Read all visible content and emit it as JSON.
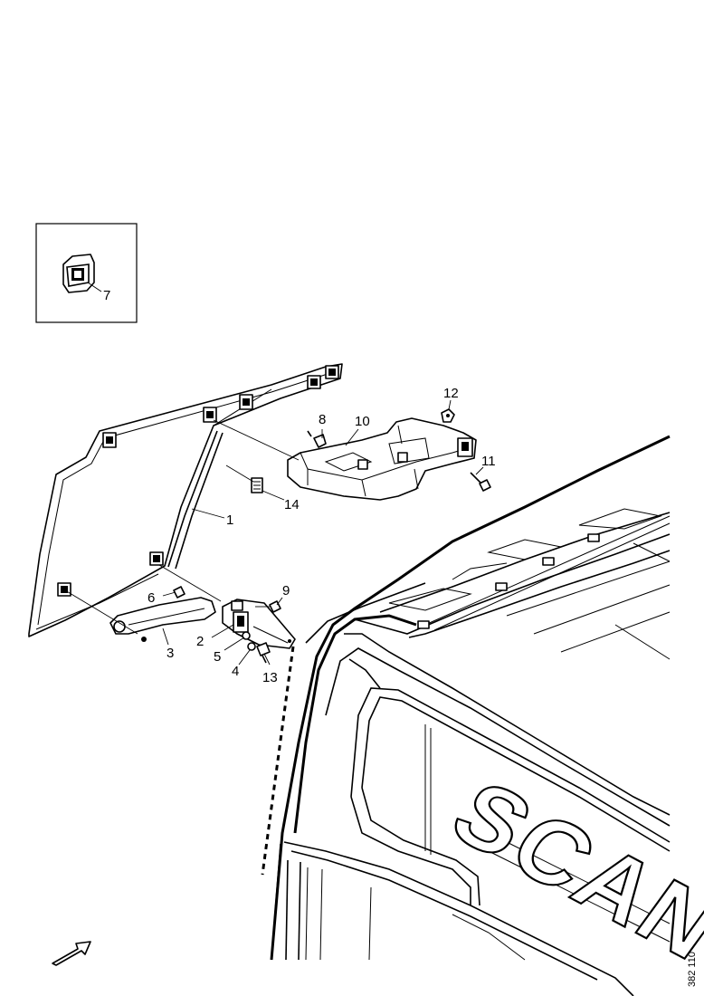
{
  "diagram": {
    "inset_callout": "7",
    "callouts": {
      "c1": "1",
      "c2": "2",
      "c3": "3",
      "c4": "4",
      "c5": "5",
      "c6": "6",
      "c8": "8",
      "c9": "9",
      "c10": "10",
      "c11": "11",
      "c12": "12",
      "c13": "13",
      "c14": "14"
    },
    "brand_text": "SCAN",
    "reference_code": "382 110",
    "orientation_icon": "arrow-icon"
  }
}
